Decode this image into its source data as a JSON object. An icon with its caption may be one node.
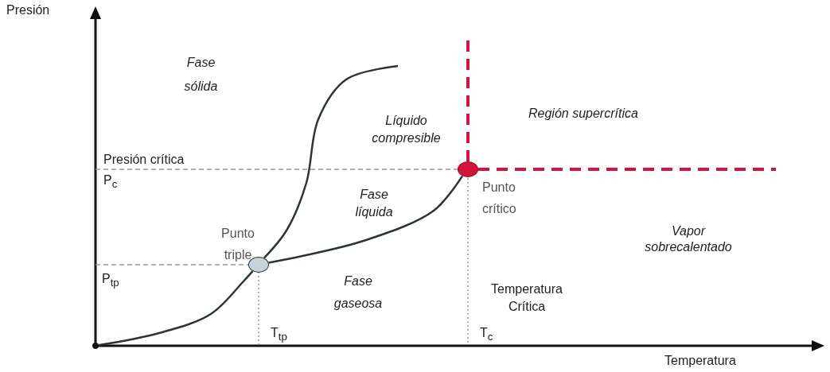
{
  "diagram": {
    "nodes": [
      {
        "text": [],
        "shape": "circle",
        "beside": [
          "Punto triple"
        ]
      },
      {
        "text": [],
        "shape": "circle",
        "beside": [
          "Punto crítico"
        ]
      },
      {
        "text": [],
        "shape": "point"
      }
    ],
    "edges": [
      {
        "from": 2,
        "to": 0,
        "arrow": "none"
      },
      {
        "from": 0,
        "to": null,
        "arrow": "none"
      },
      {
        "from": 0,
        "to": 1,
        "arrow": "none"
      },
      {
        "from": 1,
        "to": null,
        "arrow": "none",
        "style": "dashed",
        "color": "#d2143c"
      },
      {
        "from": 1,
        "to": null,
        "arrow": "none",
        "style": "dashed",
        "color": "#d2143c"
      }
    ],
    "labels": [
      "Presión",
      "Fase sólida",
      "Líquido compresible",
      "Región supercrítica",
      "Presión crítica",
      "P$_{c}$",
      "Fase líquida",
      "Vapor sobrecalentado",
      "P$_{tp}$",
      "Fase gaseosa",
      "Temperatura Crítica",
      "T$_{tp}$",
      "T$_{c}$",
      "Temperatura"
    ]
  }
}
